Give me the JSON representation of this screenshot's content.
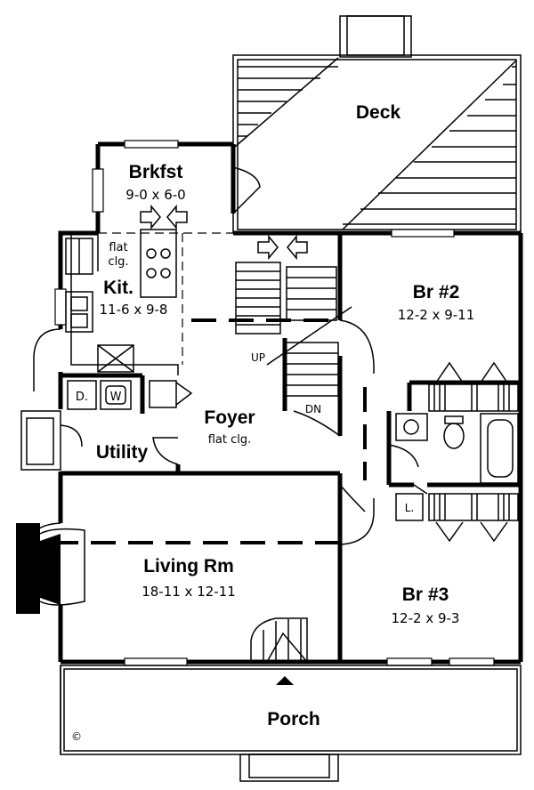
{
  "rooms": {
    "deck": {
      "name": "Deck"
    },
    "breakfast": {
      "name": "Brkfst",
      "size": "9-0 x 6-0"
    },
    "kitchen": {
      "name": "Kit.",
      "size": "11-6 x 9-8",
      "ceiling": "flat",
      "ceiling2": "clg."
    },
    "bedroom2": {
      "name": "Br #2",
      "size": "12-2 x 9-11"
    },
    "foyer": {
      "name": "Foyer",
      "ceiling": "flat clg."
    },
    "utility": {
      "name": "Utility"
    },
    "living": {
      "name": "Living Rm",
      "size": "18-11 x 12-11"
    },
    "bedroom3": {
      "name": "Br #3",
      "size": "12-2 x 9-3"
    },
    "porch": {
      "name": "Porch"
    }
  },
  "fixtures": {
    "dryer": "D.",
    "washer": "W",
    "linen": "L."
  },
  "stairs": {
    "up": "UP",
    "down": "DN"
  },
  "copyright": "©"
}
